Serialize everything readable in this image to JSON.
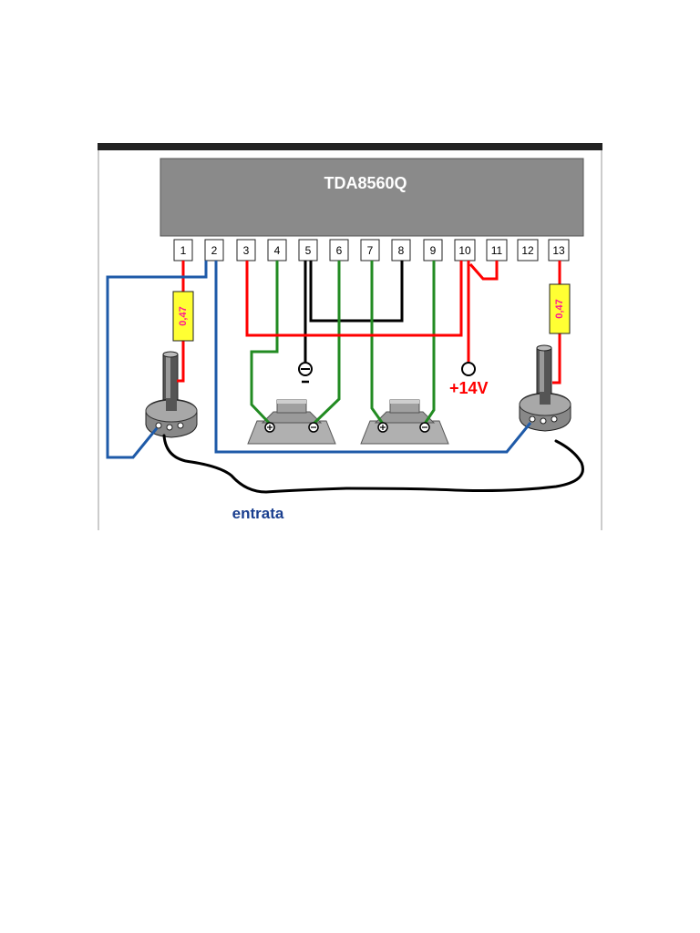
{
  "chip": {
    "name": "TDA8560Q"
  },
  "pins": [
    "1",
    "2",
    "3",
    "4",
    "5",
    "6",
    "7",
    "8",
    "9",
    "10",
    "11",
    "12",
    "13"
  ],
  "resistors": [
    {
      "value": "0,47"
    },
    {
      "value": "0,47"
    }
  ],
  "supply_label": "+14V",
  "input_label": "entrata",
  "colors": {
    "chip_body": "#8a8a8a",
    "positive_wire": "#ff0000",
    "ground_wire": "#000000",
    "speaker_wire": "#228b22",
    "signal_wire": "#1e5aa8",
    "resistor_fill": "#ffff33",
    "frame": "#222222"
  },
  "icons": {
    "ground": "ground-minus-icon",
    "potentiometer": "potentiometer-icon",
    "speaker": "speaker-icon"
  }
}
